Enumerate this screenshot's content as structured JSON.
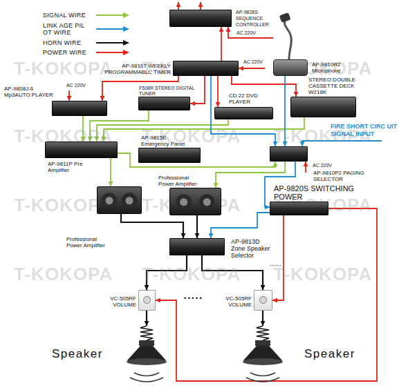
{
  "diagram": {
    "nodes": [
      {
        "text": [
          "AP-9828S SEQUENCE CONTROLLER"
        ]
      },
      {
        "text": [
          "AP-9816T WEEKLY PROGRAMMABLC TIMER"
        ]
      },
      {
        "text": [
          "AP-9810R2 Microphone"
        ]
      },
      {
        "text": [
          "AP-9808J-6 Mp3AUTO PLAYER"
        ]
      },
      {
        "text": [
          "F508R STEREO DIGITAL TUNER"
        ]
      },
      {
        "text": [
          "CD 22 DVD PLAYER"
        ]
      },
      {
        "text": [
          "STEREO DOUBLE CASSETTE DECK W218K"
        ]
      },
      {
        "text": [
          "AP-9811P Pre Amplifier"
        ]
      },
      {
        "text": [
          "AP-9815E Emergency Panel"
        ]
      },
      {
        "text": [
          "AP-9810P2 PAGING SELECTOR"
        ]
      },
      {
        "text": [
          "Professional Power Amplifier"
        ]
      },
      {
        "text": [
          "Professional Power Amplifier"
        ]
      },
      {
        "text": [
          "AP-9820S SWITCHING POWER"
        ]
      },
      {
        "text": [
          "AP-9813D Zone Speaker Selector"
        ]
      },
      {
        "text": [
          "VC-505RF VOLUME"
        ]
      },
      {
        "text": [
          "VC-505RF VOLUME"
        ]
      },
      {
        "text": [
          "Speaker"
        ]
      },
      {
        "text": [
          "Speaker"
        ]
      }
    ],
    "edges": [
      {
        "from": 1,
        "to": 0,
        "arrow": "to"
      },
      {
        "from": 1,
        "to": 3,
        "arrow": "to"
      },
      {
        "from": 1,
        "to": 4,
        "arrow": "to"
      },
      {
        "from": 1,
        "to": 5,
        "arrow": "to"
      },
      {
        "from": 1,
        "to": 6,
        "arrow": "to"
      },
      {
        "from": 3,
        "to": 7,
        "arrow": "to"
      },
      {
        "from": 4,
        "to": 7,
        "arrow": "to"
      },
      {
        "from": 5,
        "to": 7,
        "arrow": "to"
      },
      {
        "from": 6,
        "to": 7,
        "arrow": "to"
      },
      {
        "from": 1,
        "to": 9,
        "arrow": "to"
      },
      {
        "from": 2,
        "to": 9,
        "arrow": "to"
      },
      {
        "from": 7,
        "to": 9,
        "arrow": "to"
      },
      {
        "from": 7,
        "to": 10,
        "arrow": "to"
      },
      {
        "from": 9,
        "to": 11,
        "arrow": "to"
      },
      {
        "from": 9,
        "to": 12,
        "arrow": "to"
      },
      {
        "from": 12,
        "to": 13,
        "arrow": "to"
      },
      {
        "from": 10,
        "to": 13,
        "arrow": "to"
      },
      {
        "from": 11,
        "to": 13,
        "arrow": "to"
      },
      {
        "from": 13,
        "to": 14,
        "arrow": "to"
      },
      {
        "from": 13,
        "to": 15,
        "arrow": "to"
      },
      {
        "from": 14,
        "to": 16,
        "arrow": "to"
      },
      {
        "from": 15,
        "to": 17,
        "arrow": "to"
      },
      {
        "from": 12,
        "to": 15,
        "arrow": "to"
      },
      {
        "from": 12,
        "to": 14,
        "arrow": "to"
      }
    ],
    "labels": [
      "AC 220V",
      "AC 220V",
      "AC 220V",
      "AC 220V",
      "FIRE SHORT CIRC UIT SIGNAL INPUT",
      "......",
      "• • • • •",
      "T-KOKOPA",
      "T-KOKOPA",
      "T-KOKOPA",
      "T-KOKOPA",
      "T-KOKOPA",
      "T-KOKOPA",
      "T-KOKOPA",
      "T-KOKOPA",
      "T-KOKOPA",
      "T-KOKOPA",
      "T-KOKOPA",
      "T-KOKOPA"
    ],
    "legend": [
      {
        "text": "SIGNAL WIRE",
        "color": "#8cc63e"
      },
      {
        "text": "LINK AGE PIL OT WIRE",
        "color": "#1b8fd6"
      },
      {
        "text": "HORN WIRE",
        "color": "#111111"
      },
      {
        "text": "POWER WIRE",
        "color": "#e3241b"
      }
    ]
  }
}
